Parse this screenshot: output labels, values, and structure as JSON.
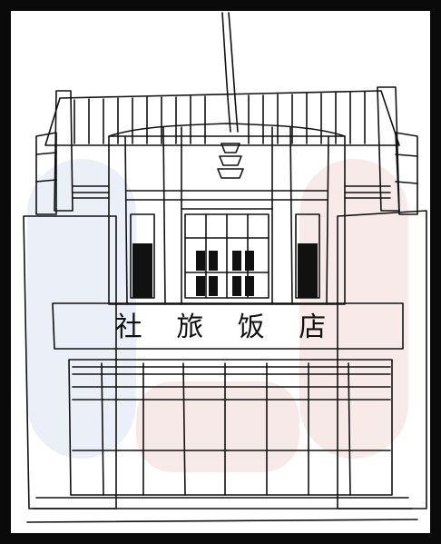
{
  "image": {
    "subject": "building-sketch",
    "style": "pen-ink-drawing",
    "colors": {
      "ink": "#111111",
      "paper": "#ffffff",
      "frame": "#0a0a0a",
      "watermark_blue": "#dbe4f2",
      "watermark_pink": "#f4d8d8"
    }
  },
  "sign": {
    "text": "社 旅 饭 店"
  }
}
